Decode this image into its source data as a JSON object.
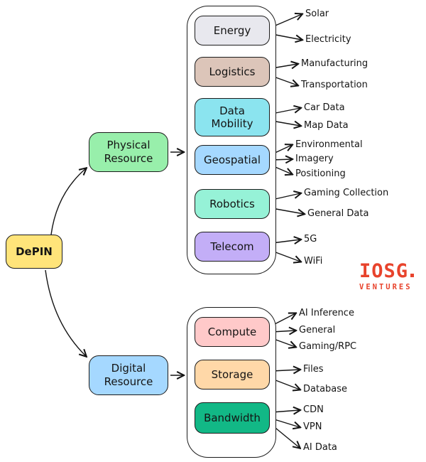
{
  "root": {
    "label": "DePIN",
    "fill": "#ffe47a"
  },
  "branches": {
    "physical": {
      "label": "Physical Resource",
      "fill": "#98efab"
    },
    "digital": {
      "label": "Digital Resource",
      "fill": "#a5d8ff"
    }
  },
  "physical_categories": [
    {
      "label": "Energy",
      "fill": "#e8e8ee",
      "children": [
        "Solar",
        "Electricity"
      ]
    },
    {
      "label": "Logistics",
      "fill": "#dcc5b9",
      "children": [
        "Manufacturing",
        "Transportation"
      ]
    },
    {
      "label": "Data Mobility",
      "fill": "#8be4ef",
      "children": [
        "Car Data",
        "Map Data"
      ]
    },
    {
      "label": "Geospatial",
      "fill": "#a5d8ff",
      "children": [
        "Environmental",
        "Imagery",
        "Positioning"
      ]
    },
    {
      "label": "Robotics",
      "fill": "#96f2d7",
      "children": [
        "Gaming Collection",
        "General Data"
      ]
    },
    {
      "label": "Telecom",
      "fill": "#c3aef7",
      "children": [
        "5G",
        "WiFi"
      ]
    }
  ],
  "digital_categories": [
    {
      "label": "Compute",
      "fill": "#ffc9c9",
      "children": [
        "AI Inference",
        "General",
        "Gaming/RPC"
      ]
    },
    {
      "label": "Storage",
      "fill": "#ffd8a8",
      "children": [
        "Files",
        "Database"
      ]
    },
    {
      "label": "Bandwidth",
      "fill": "#12b886",
      "children": [
        "CDN",
        "VPN",
        "AI Data"
      ]
    }
  ],
  "logo": {
    "name": "IOSG",
    "subtitle": "VENTURES",
    "color": "#e8432c"
  }
}
